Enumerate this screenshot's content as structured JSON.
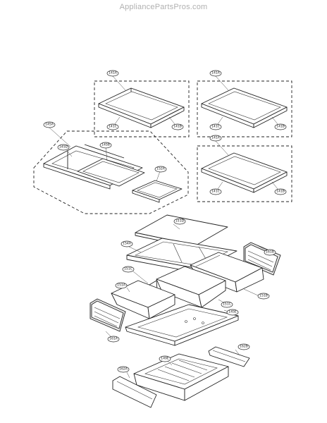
{
  "watermark": "AppliancePartsPros.com",
  "callouts": {
    "g1_top": "141A",
    "g1_c": "141C",
    "g1_b": "141B",
    "g2_top": "141A",
    "g2_c": "141C",
    "g2_b": "141B",
    "g3_top": "141A",
    "g3_c": "141C",
    "g3_b": "141B",
    "g4_top": "145A",
    "g4_d": "145D",
    "g4_b": "145B",
    "g4_a": "152A",
    "cover": "151D",
    "frame": "154A",
    "bin_right": "151B",
    "rack_right": "161B",
    "mid_c": "151C",
    "bin_left": "151A",
    "mid_e": "151C",
    "mid_e2": "145E",
    "rack_left": "161A",
    "tray": "149E",
    "rail_right": "162B",
    "rail_left": "162A"
  }
}
